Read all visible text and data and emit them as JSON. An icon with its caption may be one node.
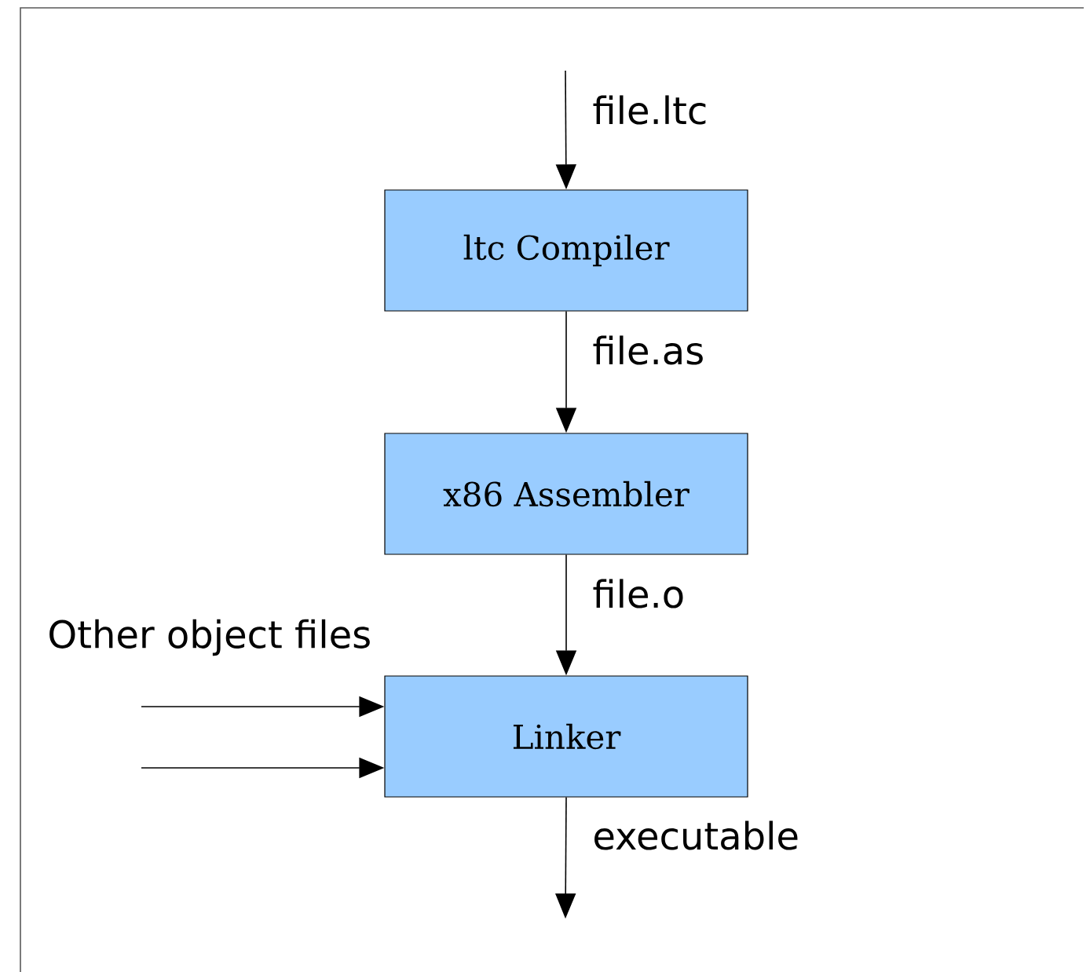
{
  "diagram": {
    "nodes": [
      {
        "text": [
          "ltc Compiler"
        ]
      },
      {
        "text": [
          "x86 Assembler"
        ]
      },
      {
        "text": [
          "Linker"
        ]
      }
    ],
    "edges": [
      {
        "from": null,
        "to": 0,
        "arrow": "to",
        "label": "file.ltc"
      },
      {
        "from": 0,
        "to": 1,
        "arrow": "to",
        "label": "file.as"
      },
      {
        "from": 1,
        "to": 2,
        "arrow": "to",
        "label": "file.o"
      },
      {
        "from": null,
        "to": 2,
        "arrow": "to"
      },
      {
        "from": null,
        "to": 2,
        "arrow": "to"
      },
      {
        "from": 2,
        "to": null,
        "arrow": "to",
        "label": "executable"
      }
    ],
    "labels": [
      "Other object files"
    ]
  }
}
